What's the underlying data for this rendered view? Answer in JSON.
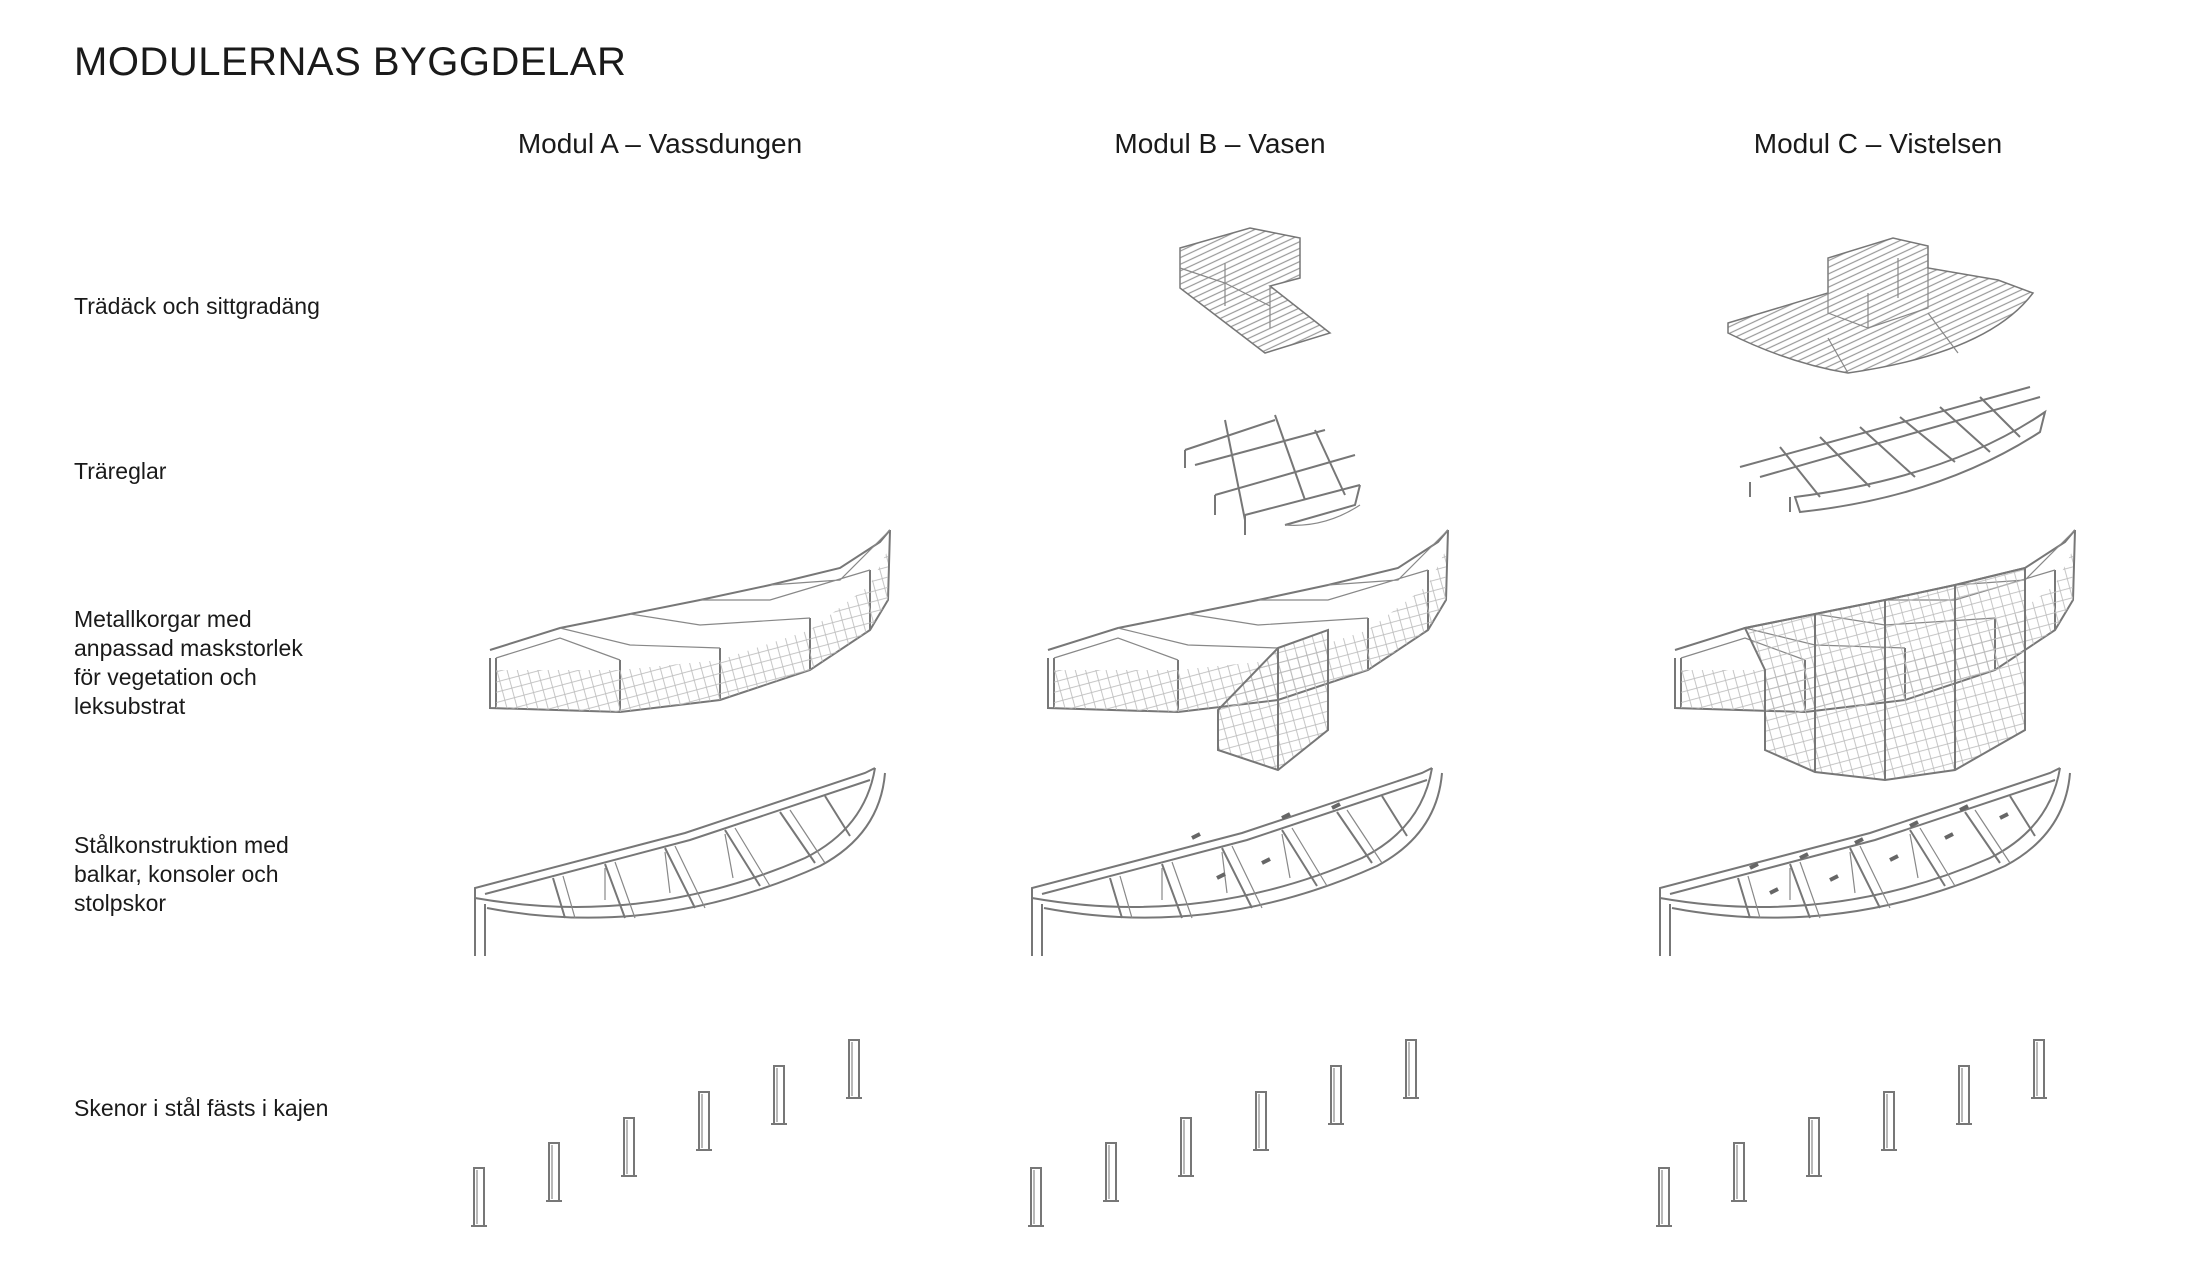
{
  "title": "MODULERNAS BYGGDELAR",
  "columns": [
    {
      "label": "Modul A – Vassdungen"
    },
    {
      "label": "Modul B – Vasen"
    },
    {
      "label": "Modul C – Vistelsen"
    }
  ],
  "rows": [
    {
      "lines": [
        "Trädäck och sittgradäng"
      ]
    },
    {
      "lines": [
        "Träreglar"
      ]
    },
    {
      "lines": [
        "Metallkorgar med",
        "anpassad maskstorlek",
        "för vegetation och",
        "leksubstrat"
      ]
    },
    {
      "lines": [
        "Stålkonstruktion med",
        "balkar, konsoler och",
        "stolpskor"
      ]
    },
    {
      "lines": [
        "Skenor i stål fästs i kajen"
      ]
    }
  ],
  "colors": {
    "line": "#777777",
    "text": "#1a1a1a",
    "background": "#ffffff"
  }
}
